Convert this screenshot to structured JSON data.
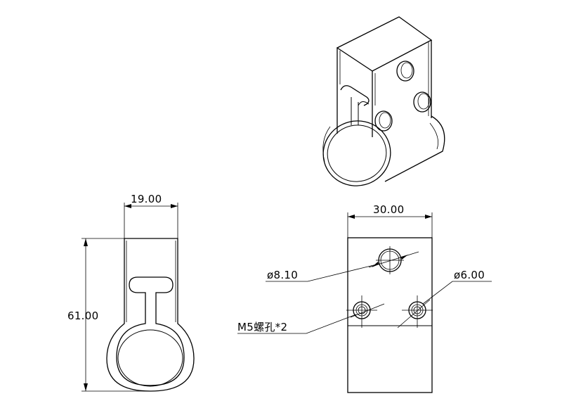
{
  "dimensions": {
    "side_width": "19.00",
    "side_height": "61.00",
    "front_width": "30.00",
    "hole_large": "ø8.10",
    "hole_small": "ø6.00",
    "thread_note": "M5螺孔*2"
  },
  "colors": {
    "line": "#000000",
    "background": "#ffffff"
  }
}
